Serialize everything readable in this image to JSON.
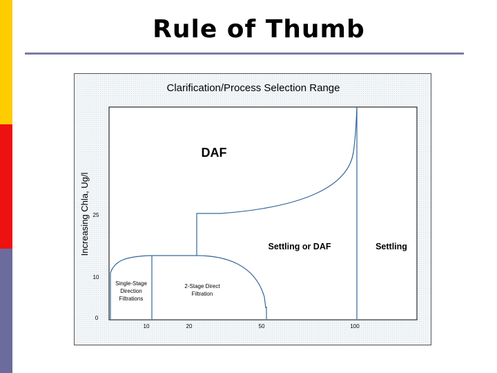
{
  "slide": {
    "title": "Rule of Thumb",
    "colors": {
      "bar_top": "#ffcc00",
      "bar_mid": "#ee1111",
      "bar_bottom": "#6b6b9e",
      "rule": "#7a7aa6",
      "line": "#336699"
    }
  },
  "diagram": {
    "title": "Clarification/Process Selection Range",
    "ylabel": "Increasing Chla, Ug/l",
    "y_ticks": [
      "25",
      "10",
      "0"
    ],
    "x_ticks": [
      "10",
      "20",
      "50",
      "100"
    ],
    "regions": {
      "daf": "DAF",
      "settling_or_daf": "Settling or DAF",
      "settling": "Settling",
      "single_stage": [
        "Single-Stage",
        "Direction",
        "Filtrations"
      ],
      "two_stage": [
        "2-Stage Direct",
        "Filtration"
      ]
    }
  }
}
